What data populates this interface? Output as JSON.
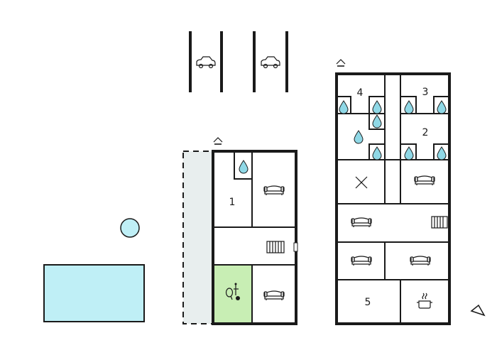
{
  "rooms": {
    "r1": "1",
    "r2": "2",
    "r3": "3",
    "r4": "4",
    "r5": "5"
  },
  "colors": {
    "water": "#bfeff6",
    "terrace": "#e8eeee",
    "garden": "#c8eeb4",
    "wall": "#1a1a1a"
  },
  "icons": [
    "car-icon",
    "house-entrance-icon",
    "water-drop-icon",
    "sofa-icon",
    "stairs-icon",
    "table-tennis-icon",
    "cooking-pot-icon",
    "cross-icon",
    "north-arrow-icon"
  ]
}
